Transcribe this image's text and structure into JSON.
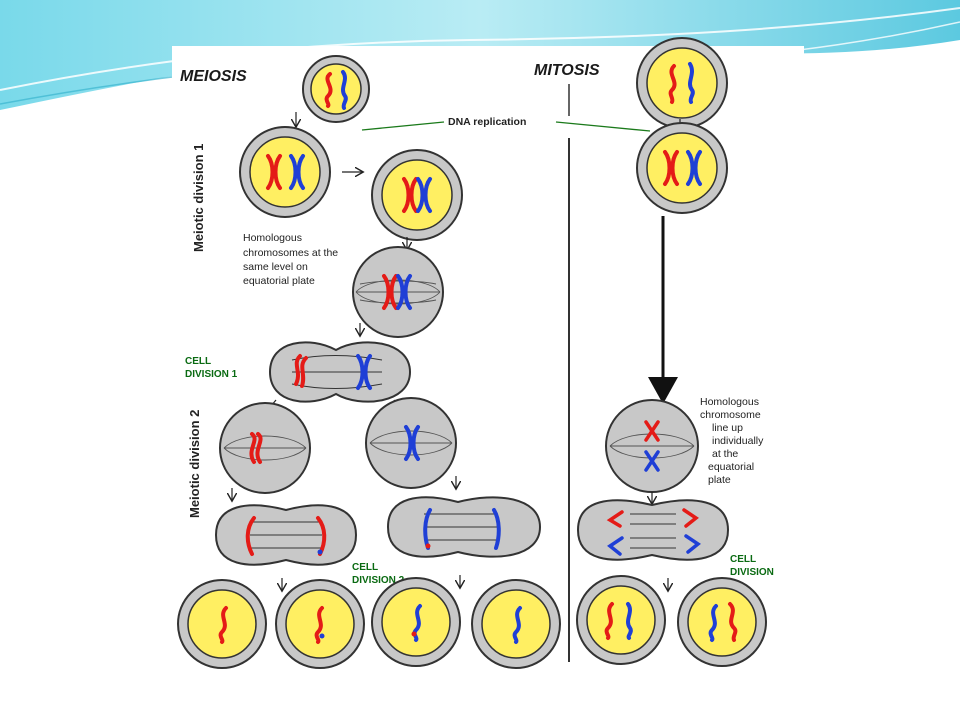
{
  "titles": {
    "meiosis": "MEIOSIS",
    "mitosis": "MITOSIS"
  },
  "labels": {
    "dna_replication": "DNA replication",
    "meiotic_division_1": "Meiotic division 1",
    "meiotic_division_2": "Meiotic division 2",
    "homologous_equatorial": [
      "Homologous",
      "chromosomes at the",
      "same level on",
      "equatorial plate"
    ],
    "cell_division_1": [
      "CELL",
      "DIVISION 1"
    ],
    "cell_division_2": [
      "CELL",
      "DIVISION 2"
    ],
    "mitosis_line_up": [
      "Homologous",
      "chromosome",
      "line up",
      "individually",
      "at the",
      "equatorial",
      "plate"
    ],
    "cell_division": [
      "CELL",
      "DIVISION"
    ]
  },
  "colors": {
    "chromosome_maternal": "#e41b17",
    "chromosome_paternal": "#1f3fd6",
    "nucleus": "#ffef62",
    "cell_gray": "#c8c8c8",
    "label_green": "#0a6a12",
    "slide_teal": "#5fd3e6"
  }
}
